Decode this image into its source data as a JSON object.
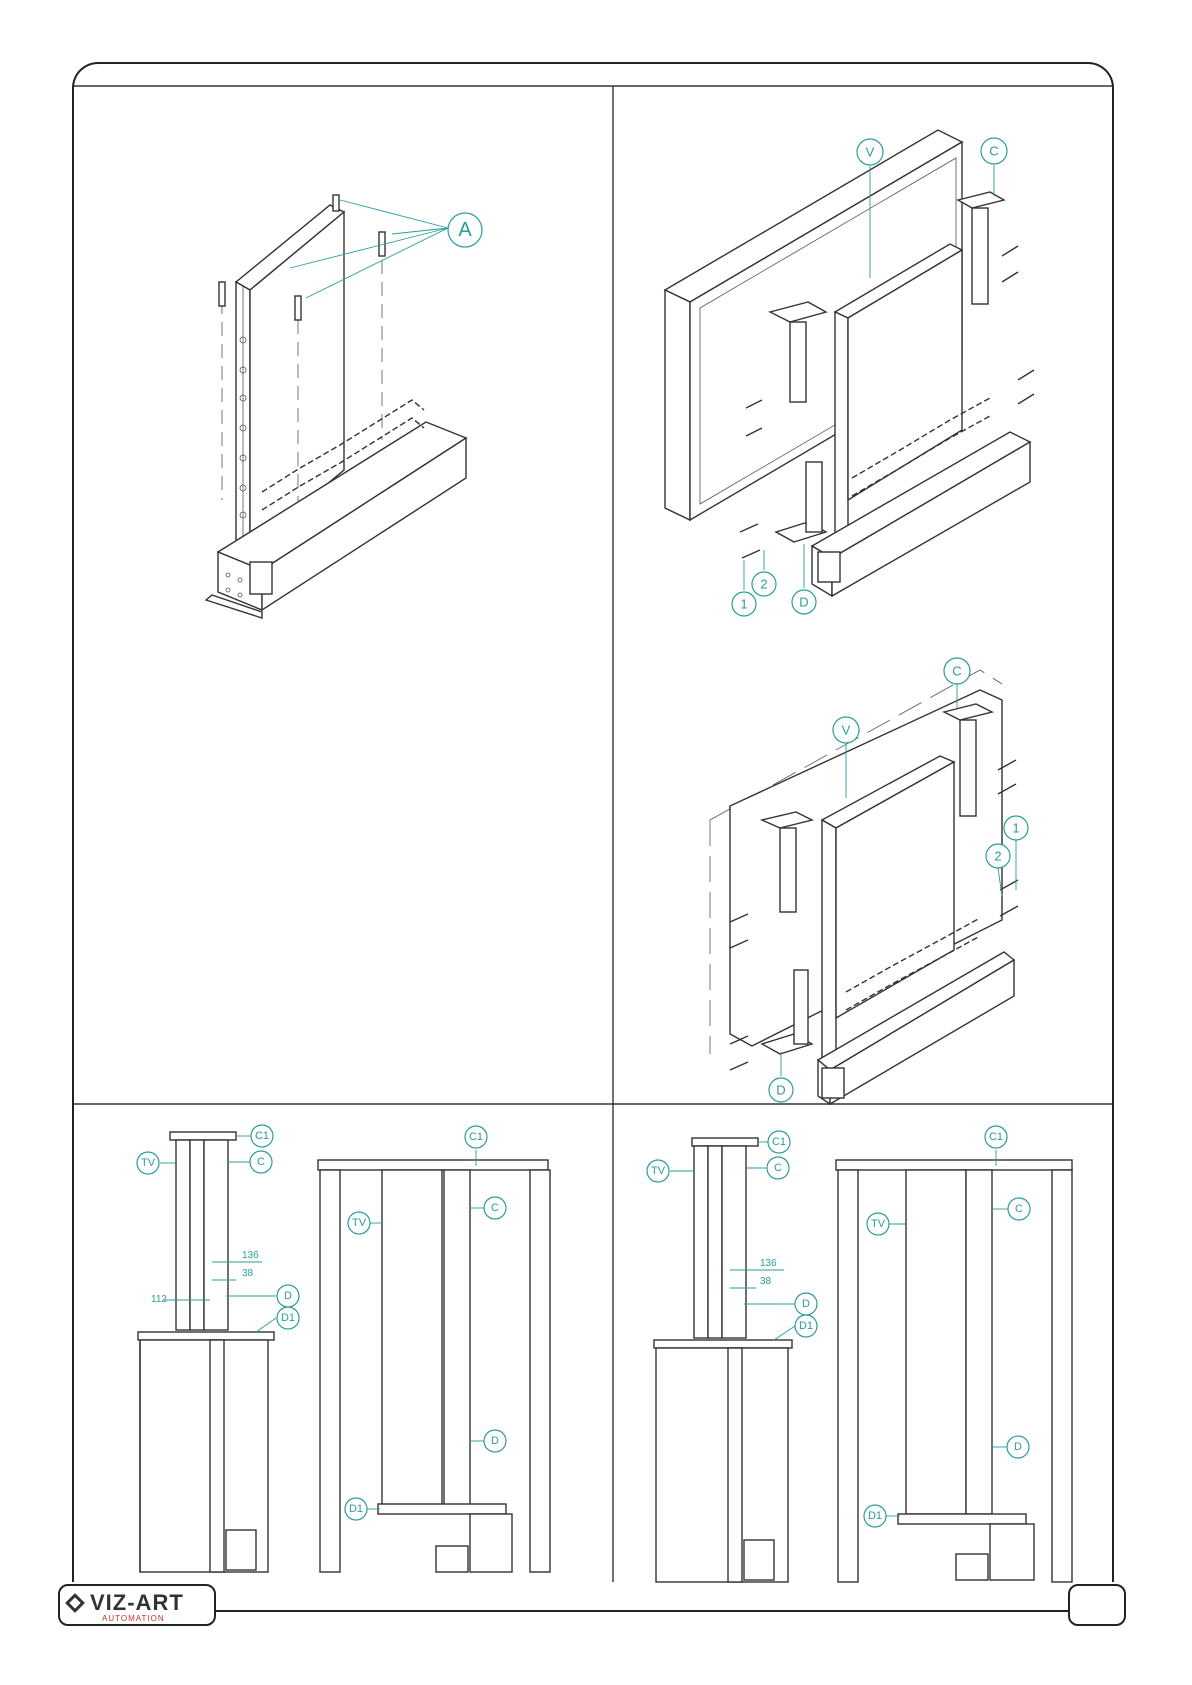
{
  "callouts": {
    "a": "A",
    "v": "V",
    "c": "C",
    "c1": "C1",
    "d": "D",
    "d1": "D1",
    "tv": "TV",
    "one": "1",
    "two": "2"
  },
  "dimensions": {
    "d136": "136",
    "d38": "38",
    "d112": "112"
  },
  "logo": {
    "main": "VIZ-ART",
    "sub": "AUTOMATION"
  },
  "colors": {
    "line": "#333333",
    "callout": "#2a9d9a",
    "brand_red": "#c0392b"
  }
}
